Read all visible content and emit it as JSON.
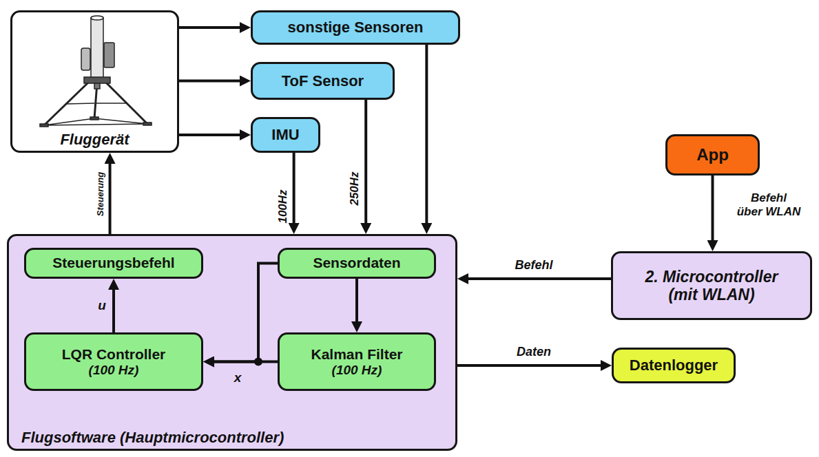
{
  "diagram": {
    "nodes": [
      {
        "text": [
          "Fluggerät"
        ]
      },
      {
        "text": [
          "sonstige Sensoren"
        ]
      },
      {
        "text": [
          "ToF Sensor"
        ]
      },
      {
        "text": [
          "IMU"
        ]
      },
      {
        "text": [
          "App"
        ]
      },
      {
        "text": [
          "Flugsoftware (Hauptmicrocontroller)"
        ]
      },
      {
        "text": [
          "Steuerungsbefehl"
        ],
        "in": 5
      },
      {
        "text": [
          "Sensordaten"
        ],
        "in": 5
      },
      {
        "text": [
          "LQR Controller",
          "(100 Hz)"
        ],
        "in": 5
      },
      {
        "text": [
          "Kalman Filter",
          "(100 Hz)"
        ],
        "in": 5
      },
      {
        "text": [
          "2. Microcontroller (mit WLAN)"
        ]
      },
      {
        "text": [
          "Datenlogger"
        ]
      }
    ],
    "edges": [
      {
        "from": 0,
        "to": 1,
        "arrow": "to"
      },
      {
        "from": 0,
        "to": 2,
        "arrow": "to"
      },
      {
        "from": 0,
        "to": 3,
        "arrow": "to"
      },
      {
        "from": 3,
        "to": 5,
        "label": "100Hz",
        "arrow": "to"
      },
      {
        "from": 2,
        "to": 5,
        "label": "250Hz",
        "arrow": "to"
      },
      {
        "from": 1,
        "to": 5,
        "arrow": "to"
      },
      {
        "from": 5,
        "to": 0,
        "label": "Steuerung",
        "arrow": "to"
      },
      {
        "from": 4,
        "to": 10,
        "label": "Befehl über WLAN",
        "arrow": "to"
      },
      {
        "from": 10,
        "to": 5,
        "label": "Befehl",
        "arrow": "to"
      },
      {
        "from": 5,
        "to": 11,
        "label": "Daten",
        "arrow": "to"
      },
      {
        "from": 7,
        "to": 9,
        "arrow": "to"
      },
      {
        "from": 9,
        "to": 8,
        "label": "x",
        "arrow": "to"
      },
      {
        "from": 7,
        "to": 8,
        "arrow": "to"
      },
      {
        "from": 8,
        "to": 6,
        "label": "u",
        "arrow": "to"
      }
    ]
  }
}
